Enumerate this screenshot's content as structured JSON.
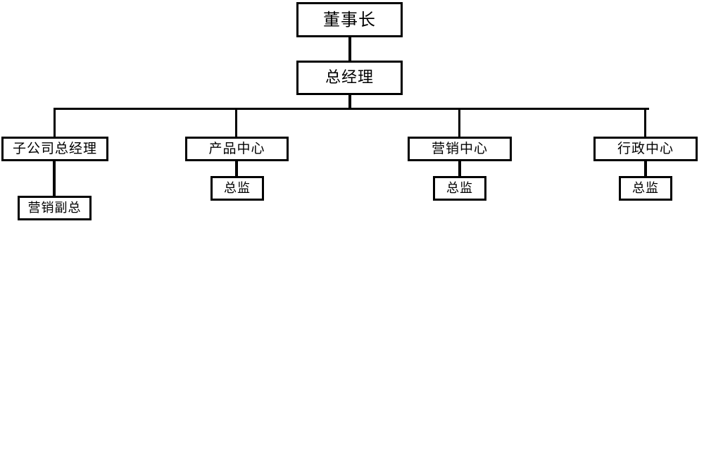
{
  "chart_data": {
    "type": "diagram",
    "subtype": "organization-chart",
    "title": "",
    "orientation": "top-down",
    "nodes": [
      {
        "id": "chairman",
        "label": "董事长",
        "level": 1,
        "parent": null
      },
      {
        "id": "gm",
        "label": "总经理",
        "level": 2,
        "parent": "chairman"
      },
      {
        "id": "sub_gm",
        "label": "子公司总经理",
        "level": 3,
        "parent": "gm"
      },
      {
        "id": "product",
        "label": "产品中心",
        "level": 3,
        "parent": "gm"
      },
      {
        "id": "marketing",
        "label": "营销中心",
        "level": 3,
        "parent": "gm"
      },
      {
        "id": "admin",
        "label": "行政中心",
        "level": 3,
        "parent": "gm"
      },
      {
        "id": "vp_marketing",
        "label": "营销副总",
        "level": 4,
        "parent": "sub_gm"
      },
      {
        "id": "dir_product",
        "label": "总监",
        "level": 4,
        "parent": "product"
      },
      {
        "id": "dir_marketing",
        "label": "总监",
        "level": 4,
        "parent": "marketing"
      },
      {
        "id": "dir_admin",
        "label": "总监",
        "level": 4,
        "parent": "admin"
      }
    ],
    "edges": [
      {
        "from": "chairman",
        "to": "gm"
      },
      {
        "from": "gm",
        "to": "sub_gm"
      },
      {
        "from": "gm",
        "to": "product"
      },
      {
        "from": "gm",
        "to": "marketing"
      },
      {
        "from": "gm",
        "to": "admin"
      },
      {
        "from": "sub_gm",
        "to": "vp_marketing"
      },
      {
        "from": "product",
        "to": "dir_product"
      },
      {
        "from": "marketing",
        "to": "dir_marketing"
      },
      {
        "from": "admin",
        "to": "dir_admin"
      }
    ],
    "colors": {
      "background": "#ffffff",
      "node_fill": "#ffffff",
      "node_border": "#000000",
      "connector": "#000000",
      "text": "#000000"
    }
  },
  "nodes": {
    "chairman": "董事长",
    "gm": "总经理",
    "sub_gm": "子公司总经理",
    "product": "产品中心",
    "marketing": "营销中心",
    "admin": "行政中心",
    "vp_marketing": "营销副总",
    "dir_product": "总监",
    "dir_marketing": "总监",
    "dir_admin": "总监"
  }
}
